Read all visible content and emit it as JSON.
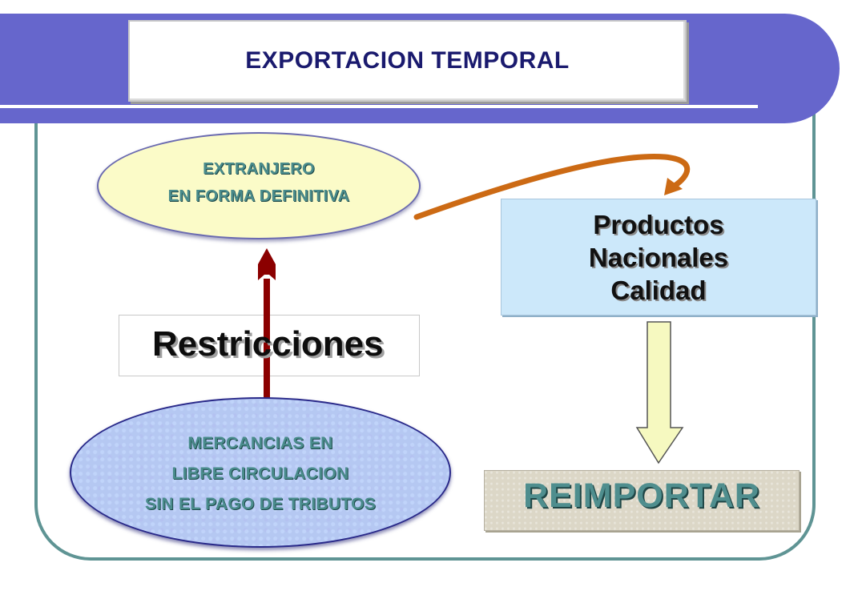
{
  "title": "EXPORTACION TEMPORAL",
  "destination_ellipse": {
    "lines": [
      "EXTRANJERO",
      "EN FORMA DEFINITIVA"
    ]
  },
  "source_ellipse": {
    "lines": [
      "MERCANCIAS EN",
      "LIBRE CIRCULACION",
      "SIN EL PAGO DE TRIBUTOS"
    ]
  },
  "restrictions_label": "Restricciones",
  "products_box": {
    "lines": [
      "Productos",
      "Nacionales",
      "Calidad"
    ]
  },
  "reimport_label": "REIMPORTAR",
  "colors": {
    "banner": "#6666cc",
    "frame": "#5f9494",
    "red_arrow": "#8b0000",
    "orange_arrow": "#cc6a14",
    "down_arrow_fill": "#f6f9c0"
  }
}
